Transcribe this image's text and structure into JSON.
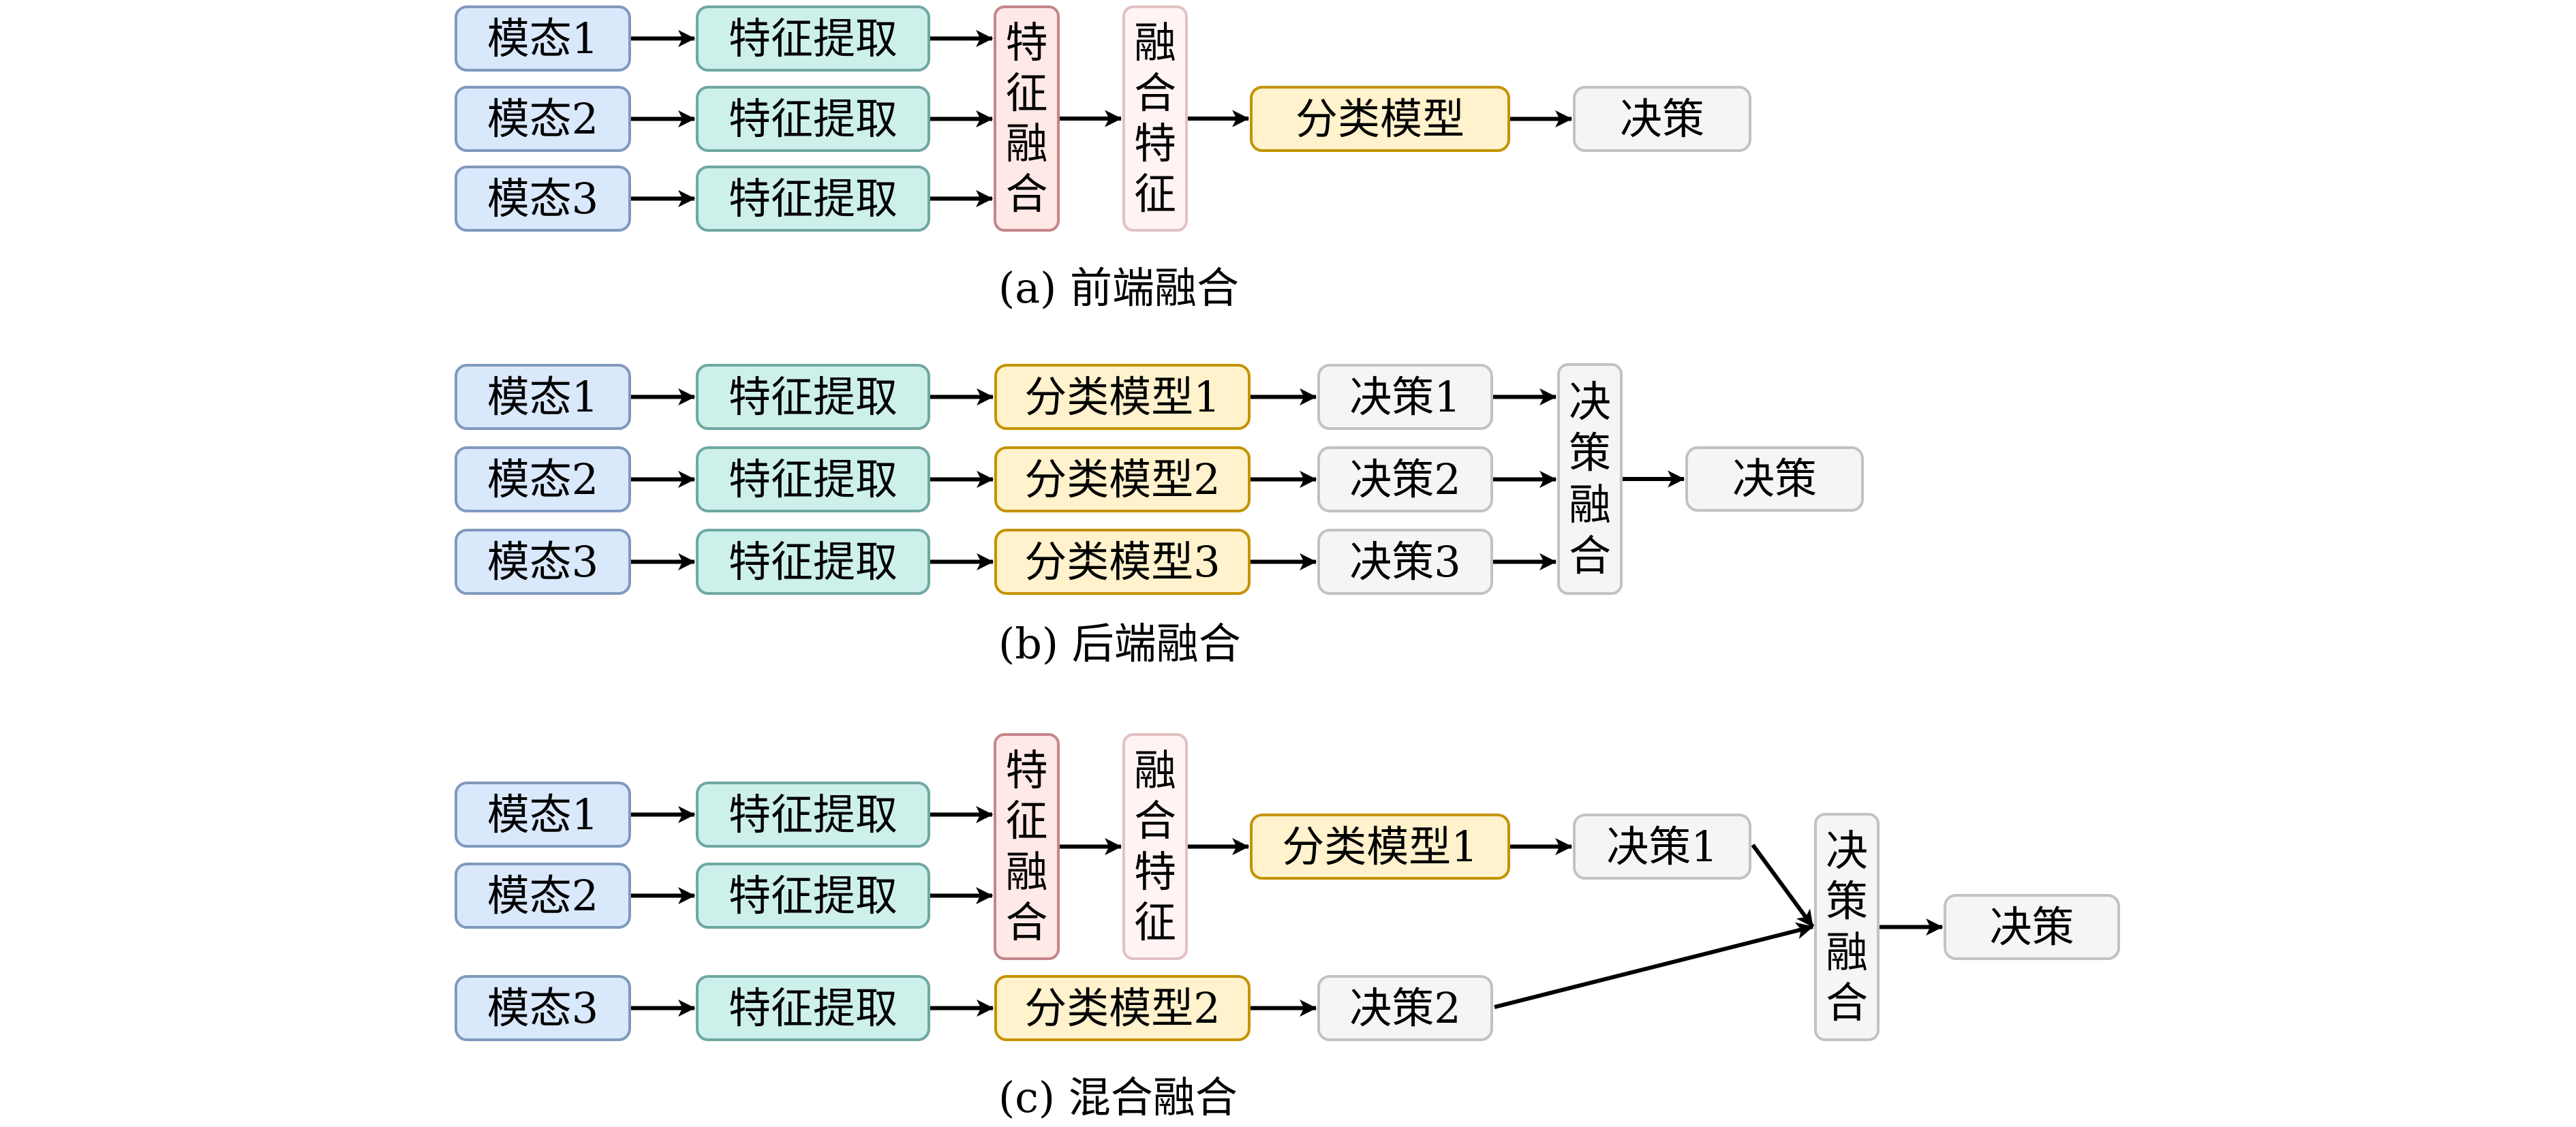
{
  "diagrams": [
    {
      "id": "a",
      "caption": "(a) 前端融合",
      "nodes": [
        {
          "id": "a_m1",
          "label": "模态1",
          "kind": "modality"
        },
        {
          "id": "a_m2",
          "label": "模态2",
          "kind": "modality"
        },
        {
          "id": "a_m3",
          "label": "模态3",
          "kind": "modality"
        },
        {
          "id": "a_f1",
          "label": "特征提取",
          "kind": "extract"
        },
        {
          "id": "a_f2",
          "label": "特征提取",
          "kind": "extract"
        },
        {
          "id": "a_f3",
          "label": "特征提取",
          "kind": "extract"
        },
        {
          "id": "a_fuse",
          "label": "特征融合",
          "kind": "fuse",
          "vertical": true
        },
        {
          "id": "a_fused",
          "label": "融合特征",
          "kind": "fused",
          "vertical": true
        },
        {
          "id": "a_cls",
          "label": "分类模型",
          "kind": "classify"
        },
        {
          "id": "a_dec",
          "label": "决策",
          "kind": "decision"
        }
      ],
      "edges": [
        [
          "a_m1",
          "a_f1"
        ],
        [
          "a_m2",
          "a_f2"
        ],
        [
          "a_m3",
          "a_f3"
        ],
        [
          "a_f1",
          "a_fuse"
        ],
        [
          "a_f2",
          "a_fuse"
        ],
        [
          "a_f3",
          "a_fuse"
        ],
        [
          "a_fuse",
          "a_fused"
        ],
        [
          "a_fused",
          "a_cls"
        ],
        [
          "a_cls",
          "a_dec"
        ]
      ]
    },
    {
      "id": "b",
      "caption": "(b) 后端融合",
      "nodes": [
        {
          "id": "b_m1",
          "label": "模态1",
          "kind": "modality"
        },
        {
          "id": "b_m2",
          "label": "模态2",
          "kind": "modality"
        },
        {
          "id": "b_m3",
          "label": "模态3",
          "kind": "modality"
        },
        {
          "id": "b_f1",
          "label": "特征提取",
          "kind": "extract"
        },
        {
          "id": "b_f2",
          "label": "特征提取",
          "kind": "extract"
        },
        {
          "id": "b_f3",
          "label": "特征提取",
          "kind": "extract"
        },
        {
          "id": "b_c1",
          "label": "分类模型1",
          "kind": "classify"
        },
        {
          "id": "b_c2",
          "label": "分类模型2",
          "kind": "classify"
        },
        {
          "id": "b_c3",
          "label": "分类模型3",
          "kind": "classify"
        },
        {
          "id": "b_d1",
          "label": "决策1",
          "kind": "decision"
        },
        {
          "id": "b_d2",
          "label": "决策2",
          "kind": "decision"
        },
        {
          "id": "b_d3",
          "label": "决策3",
          "kind": "decision"
        },
        {
          "id": "b_dfuse",
          "label": "决策融合",
          "kind": "decision",
          "vertical": true
        },
        {
          "id": "b_final",
          "label": "决策",
          "kind": "decision"
        }
      ],
      "edges": [
        [
          "b_m1",
          "b_f1"
        ],
        [
          "b_m2",
          "b_f2"
        ],
        [
          "b_m3",
          "b_f3"
        ],
        [
          "b_f1",
          "b_c1"
        ],
        [
          "b_f2",
          "b_c2"
        ],
        [
          "b_f3",
          "b_c3"
        ],
        [
          "b_c1",
          "b_d1"
        ],
        [
          "b_c2",
          "b_d2"
        ],
        [
          "b_c3",
          "b_d3"
        ],
        [
          "b_d1",
          "b_dfuse"
        ],
        [
          "b_d2",
          "b_dfuse"
        ],
        [
          "b_d3",
          "b_dfuse"
        ],
        [
          "b_dfuse",
          "b_final"
        ]
      ]
    },
    {
      "id": "c",
      "caption": "(c) 混合融合",
      "nodes": [
        {
          "id": "c_m1",
          "label": "模态1",
          "kind": "modality"
        },
        {
          "id": "c_m2",
          "label": "模态2",
          "kind": "modality"
        },
        {
          "id": "c_m3",
          "label": "模态3",
          "kind": "modality"
        },
        {
          "id": "c_f1",
          "label": "特征提取",
          "kind": "extract"
        },
        {
          "id": "c_f2",
          "label": "特征提取",
          "kind": "extract"
        },
        {
          "id": "c_f3",
          "label": "特征提取",
          "kind": "extract"
        },
        {
          "id": "c_fuse",
          "label": "特征融合",
          "kind": "fuse",
          "vertical": true
        },
        {
          "id": "c_fused",
          "label": "融合特征",
          "kind": "fused",
          "vertical": true
        },
        {
          "id": "c_c1",
          "label": "分类模型1",
          "kind": "classify"
        },
        {
          "id": "c_c2",
          "label": "分类模型2",
          "kind": "classify"
        },
        {
          "id": "c_d1",
          "label": "决策1",
          "kind": "decision"
        },
        {
          "id": "c_d2",
          "label": "决策2",
          "kind": "decision"
        },
        {
          "id": "c_dfuse",
          "label": "决策融合",
          "kind": "decision",
          "vertical": true
        },
        {
          "id": "c_final",
          "label": "决策",
          "kind": "decision"
        }
      ],
      "edges": [
        [
          "c_m1",
          "c_f1"
        ],
        [
          "c_m2",
          "c_f2"
        ],
        [
          "c_m3",
          "c_f3"
        ],
        [
          "c_f1",
          "c_fuse"
        ],
        [
          "c_f2",
          "c_fuse"
        ],
        [
          "c_fuse",
          "c_fused"
        ],
        [
          "c_fused",
          "c_c1"
        ],
        [
          "c_c1",
          "c_d1"
        ],
        [
          "c_f3",
          "c_c2"
        ],
        [
          "c_c2",
          "c_d2"
        ],
        [
          "c_d1",
          "c_dfuse"
        ],
        [
          "c_d2",
          "c_dfuse"
        ],
        [
          "c_dfuse",
          "c_final"
        ]
      ]
    }
  ],
  "colors": {
    "modality_fill": "#dae8fc",
    "modality_stroke": "#8099bd",
    "extract_fill": "#cdf0ea",
    "extract_stroke": "#6fa8a0",
    "fuse_fill": "#ffe9e6",
    "fuse_stroke": "#c4868a",
    "fused_fill": "#fff4f3",
    "fused_stroke": "#e2c1c3",
    "classify_fill": "#fff2cc",
    "classify_stroke": "#c49300",
    "decision_fill": "#f5f5f5",
    "decision_stroke": "#c2c2c2"
  }
}
